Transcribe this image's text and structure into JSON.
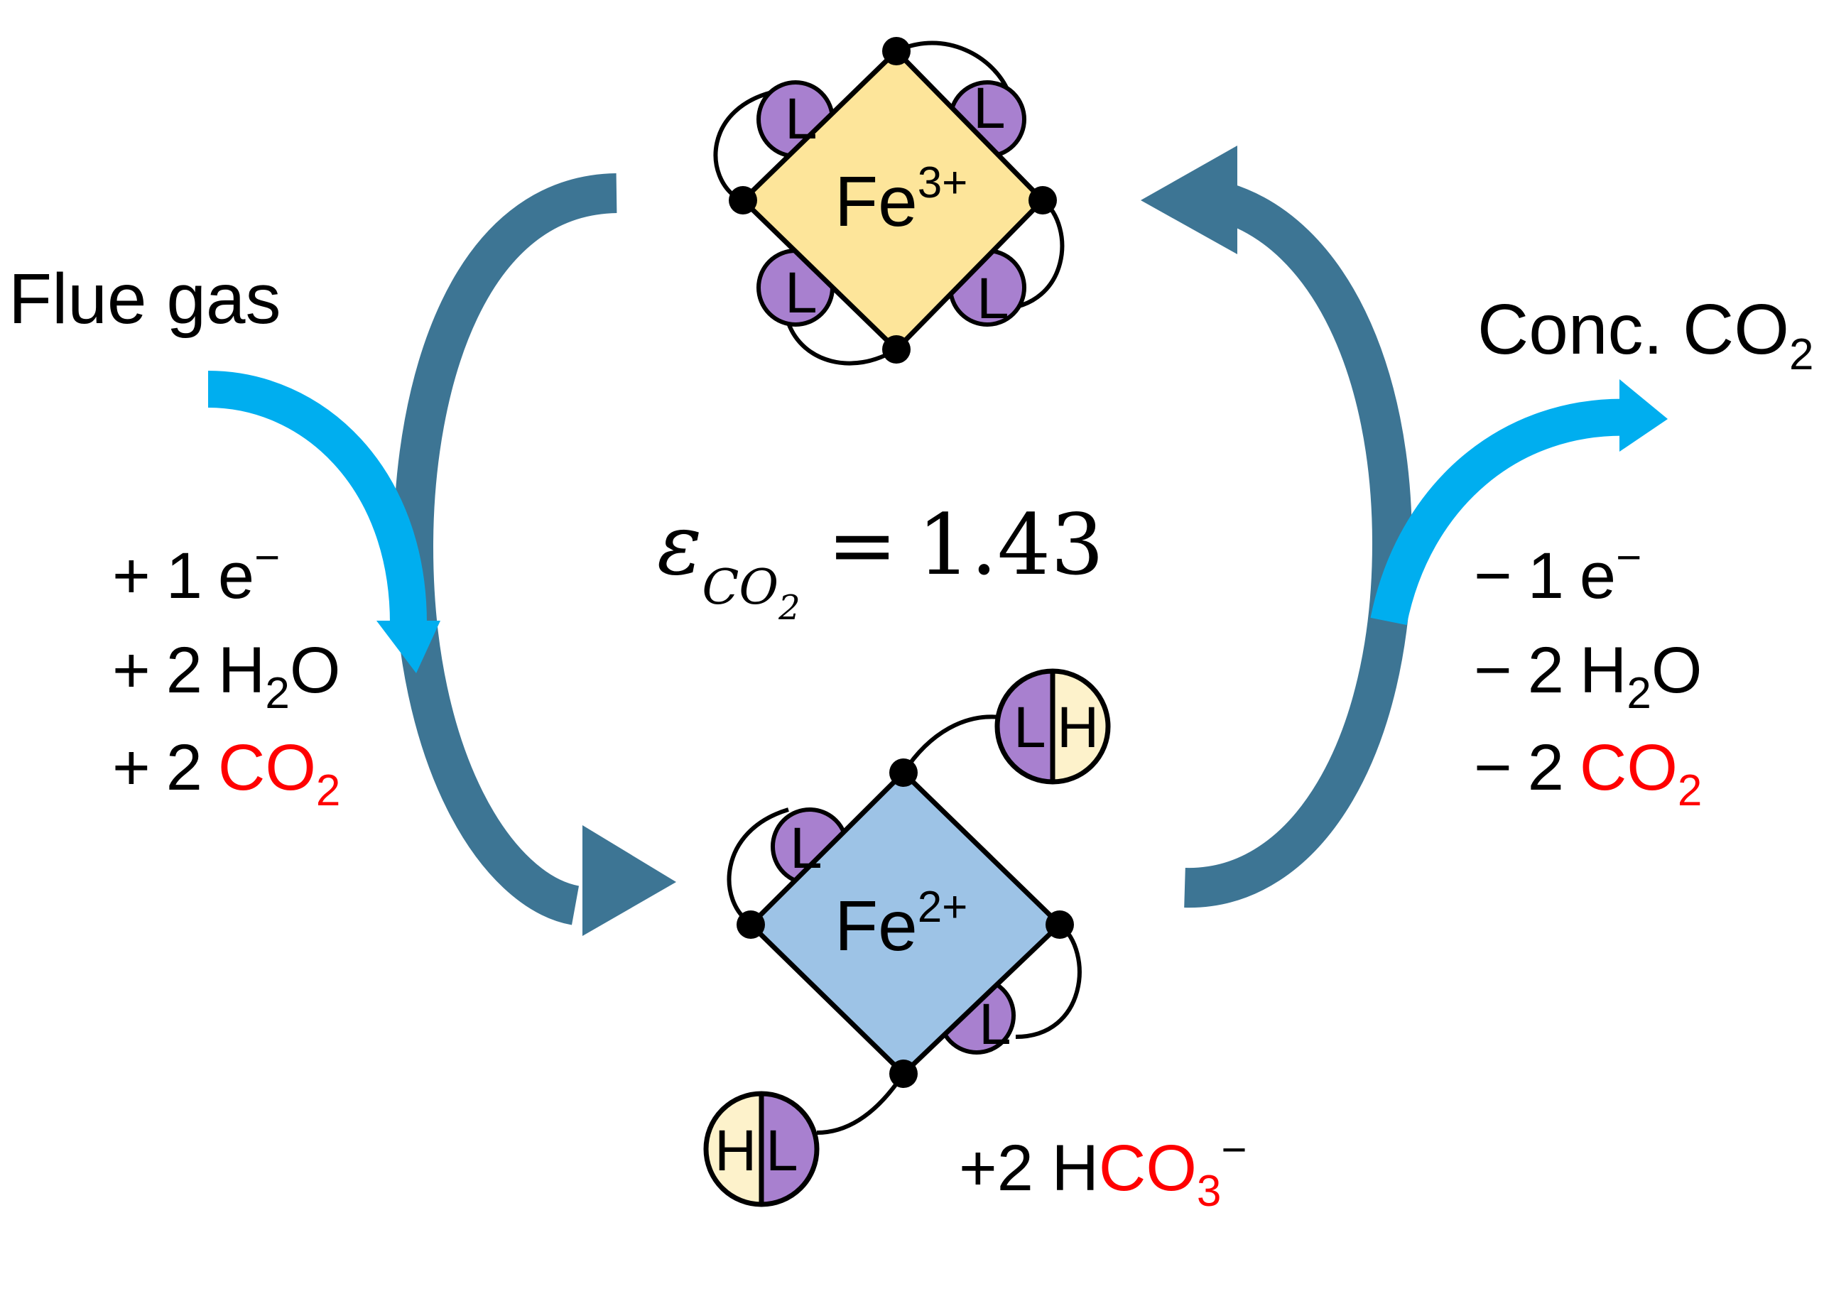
{
  "flue_gas": {
    "label": "Flue gas"
  },
  "conc_co2": {
    "label": "Conc. CO",
    "sub": "2"
  },
  "efficiency": {
    "symbol": "ε",
    "sub_base": "CO",
    "sub_sub": "2",
    "equals": "=",
    "value": "1.43"
  },
  "fe3": {
    "base": "Fe",
    "charge": "3+"
  },
  "fe2": {
    "base": "Fe",
    "charge": "2+"
  },
  "ligand_letter": "L",
  "proton_letter": "H",
  "left_additions": {
    "electron": {
      "sign": "+",
      "coef": "1",
      "species": "e",
      "charge": "−"
    },
    "water": {
      "sign": "+",
      "coef": "2",
      "species_a": "H",
      "sub": "2",
      "species_b": "O"
    },
    "co2": {
      "sign": "+",
      "coef": "2",
      "species": "CO",
      "sub": "2"
    }
  },
  "right_removals": {
    "electron": {
      "sign": "−",
      "coef": "1",
      "species": "e",
      "charge": "−"
    },
    "water": {
      "sign": "−",
      "coef": "2",
      "species_a": "H",
      "sub": "2",
      "species_b": "O"
    },
    "co2": {
      "sign": "−",
      "coef": "2",
      "species": "CO",
      "sub": "2"
    }
  },
  "bicarbonate": {
    "prefix": "+2 H",
    "species": "CO",
    "sub": "3",
    "charge": "−"
  },
  "colors": {
    "cycle_arrow": "#3d7594",
    "gas_arrow": "#00aeef",
    "fe3_fill": "#fde59a",
    "fe2_fill": "#9dc3e6",
    "ligand_fill": "#a880cf",
    "proton_fill": "#fdf2cb",
    "highlight": "#ff0000"
  }
}
